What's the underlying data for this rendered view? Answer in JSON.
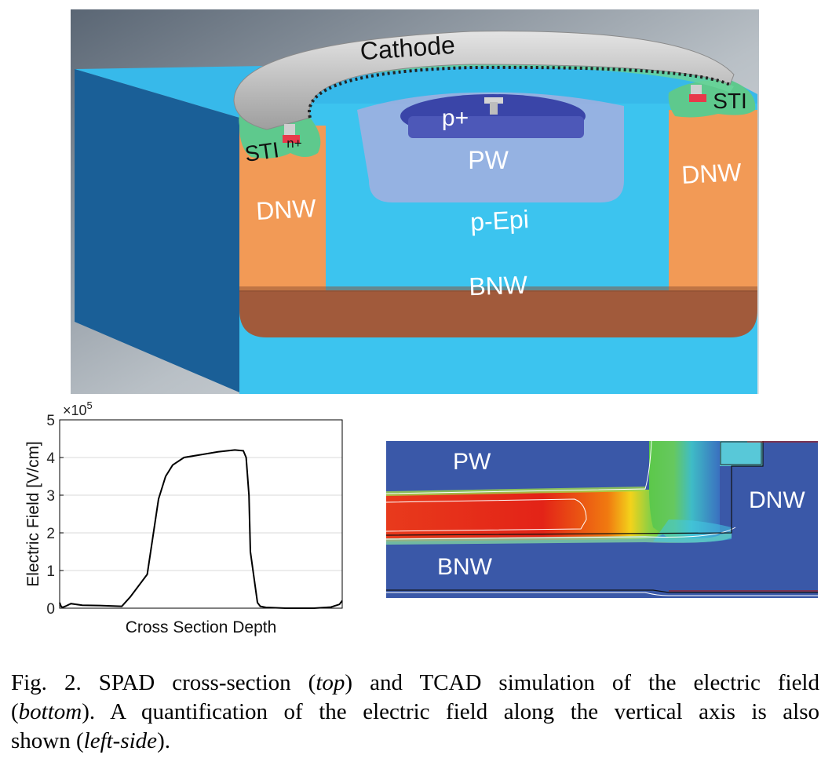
{
  "figure_top": {
    "labels": {
      "cathode": "Cathode",
      "p_plus": "p+",
      "pw": "PW",
      "p_epi": "p-Epi",
      "dnw_left": "DNW",
      "dnw_right": "DNW",
      "bnw": "BNW",
      "sti_left": "STI",
      "sti_right": "STI",
      "n_plus": "n+"
    },
    "colors": {
      "substrate_blue": "#3cc4ef",
      "substrate_side": "#1a5f97",
      "dnw_orange": "#f29a56",
      "bnw_brown": "#a15a3b",
      "sti_green": "#5ec98d",
      "cathode_gray": "#c8c8c8",
      "pw_lavender": "#9fb0e0",
      "p_plus_navy": "#3a45a8"
    }
  },
  "chart_data": {
    "type": "line",
    "title": "",
    "xlabel": "Cross Section Depth",
    "ylabel": "Electric Field [V/cm]",
    "y_multiplier": "×10^5",
    "ylim": [
      0,
      5
    ],
    "xlim": [
      0,
      1
    ],
    "yticks": [
      "0",
      "1",
      "2",
      "3",
      "4",
      "5"
    ],
    "grid": true,
    "series": [
      {
        "x": [
          0,
          0.005,
          0.01,
          0.02,
          0.04,
          0.08,
          0.14,
          0.22,
          0.25,
          0.31,
          0.35,
          0.375,
          0.4,
          0.44,
          0.56,
          0.62,
          0.65,
          0.66,
          0.67,
          0.675,
          0.7,
          0.71,
          0.73,
          0.8,
          0.9,
          0.96,
          0.99,
          1.0
        ],
        "values": [
          0.15,
          0.05,
          0.02,
          0.05,
          0.12,
          0.08,
          0.07,
          0.05,
          0.3,
          0.9,
          2.9,
          3.5,
          3.8,
          4.0,
          4.15,
          4.2,
          4.18,
          4.0,
          3.0,
          1.5,
          0.15,
          0.05,
          0.02,
          0.0,
          0.0,
          0.03,
          0.1,
          0.2
        ]
      }
    ]
  },
  "tcad": {
    "labels": {
      "pw": "PW",
      "dnw": "DNW",
      "bnw": "BNW"
    },
    "colors": {
      "low": "#3a58a8",
      "high": "#e32317",
      "mid": "#5cc84a"
    }
  },
  "caption": {
    "line1_prefix": "Fig. 2.  SPAD cross-section (",
    "line1_top": "top",
    "line1_suffix": ") and TCAD simulation of the electric field",
    "line2_prefix": "(",
    "line2_bottom": "bottom",
    "line2_suffix": "). A quantification of the electric field along the vertical axis is also",
    "line3_prefix": "shown (",
    "line3_left": "left-side",
    "line3_suffix": ")."
  }
}
